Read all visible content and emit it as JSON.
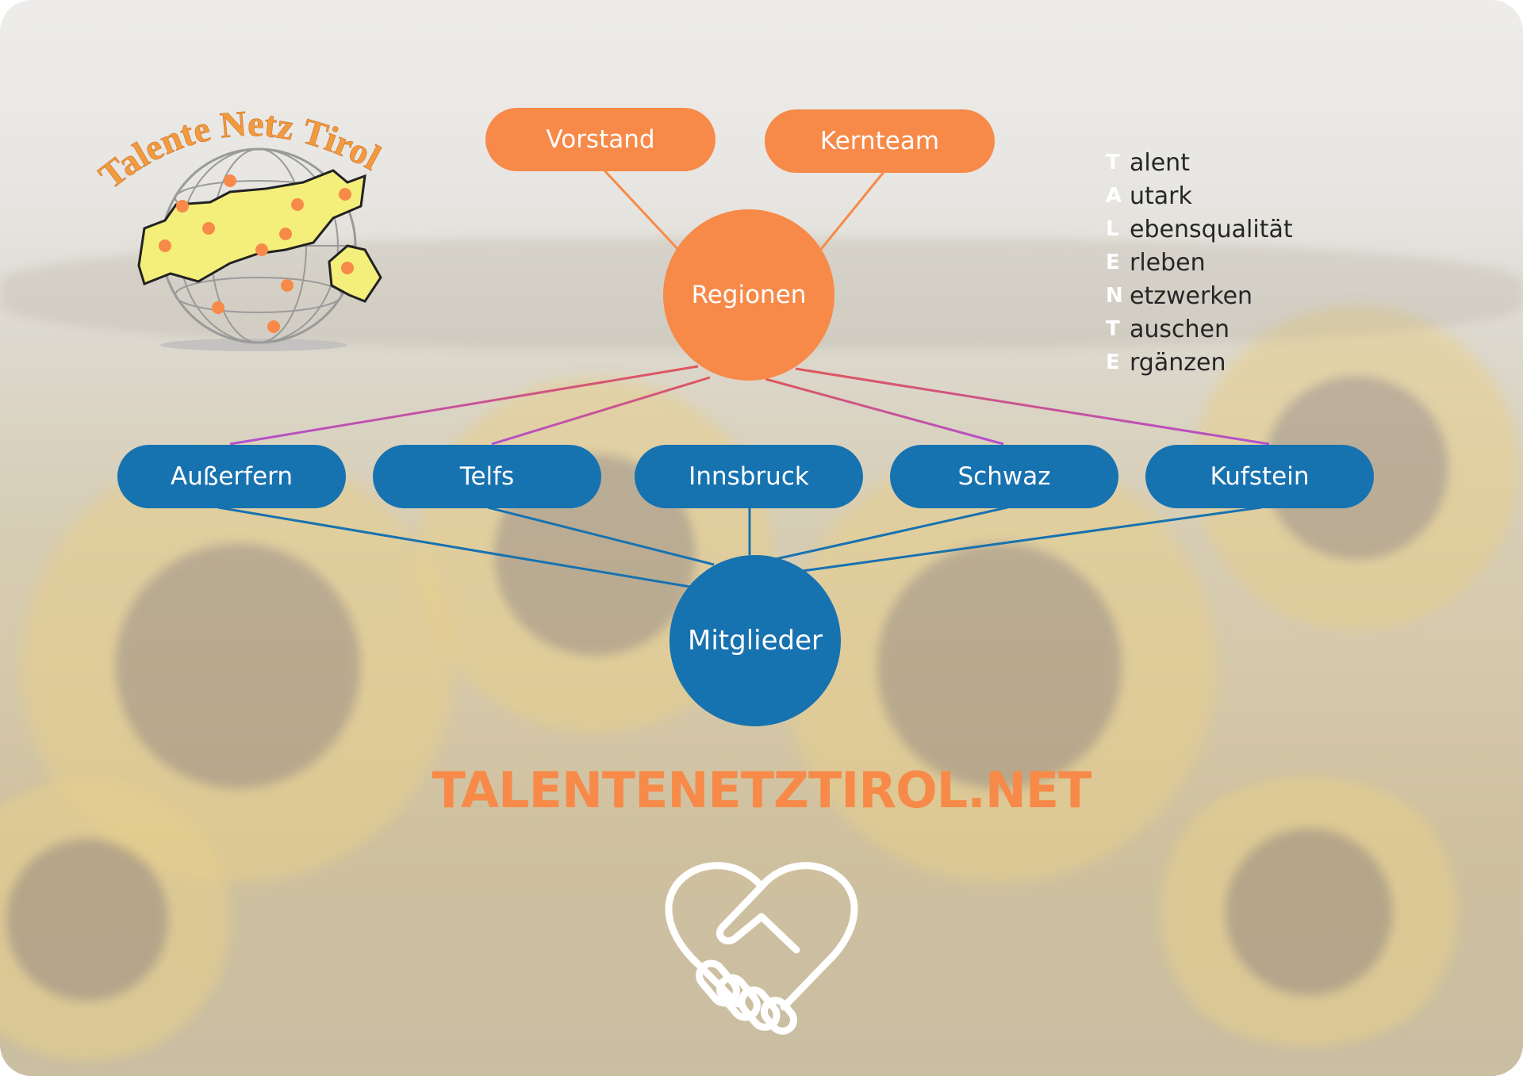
{
  "logo": {
    "text": "Talente Netz Tirol"
  },
  "top_nodes": [
    {
      "label": "Vorstand"
    },
    {
      "label": "Kernteam"
    }
  ],
  "center_node": {
    "label": "Regionen"
  },
  "regions": [
    {
      "label": "Außerfern"
    },
    {
      "label": "Telfs"
    },
    {
      "label": "Innsbruck"
    },
    {
      "label": "Schwaz"
    },
    {
      "label": "Kufstein"
    }
  ],
  "members_node": {
    "label": "Mitglieder"
  },
  "acrostic": [
    {
      "letter": "T",
      "rest": "alent"
    },
    {
      "letter": "A",
      "rest": "utark"
    },
    {
      "letter": "L",
      "rest": "ebensqualität"
    },
    {
      "letter": "E",
      "rest": "rleben"
    },
    {
      "letter": "N",
      "rest": "etzwerken"
    },
    {
      "letter": "T",
      "rest": "auschen"
    },
    {
      "letter": "E",
      "rest": "rgänzen"
    }
  ],
  "website": "TALENTENETZTIROL.NET",
  "colors": {
    "orange": "#f78a49",
    "blue": "#1772b0",
    "link_magenta": "#b34fd1",
    "link_blue": "#1772b0"
  },
  "icons": {
    "handshake": "handshake-heart-icon",
    "logo_globe": "globe-map-icon"
  }
}
